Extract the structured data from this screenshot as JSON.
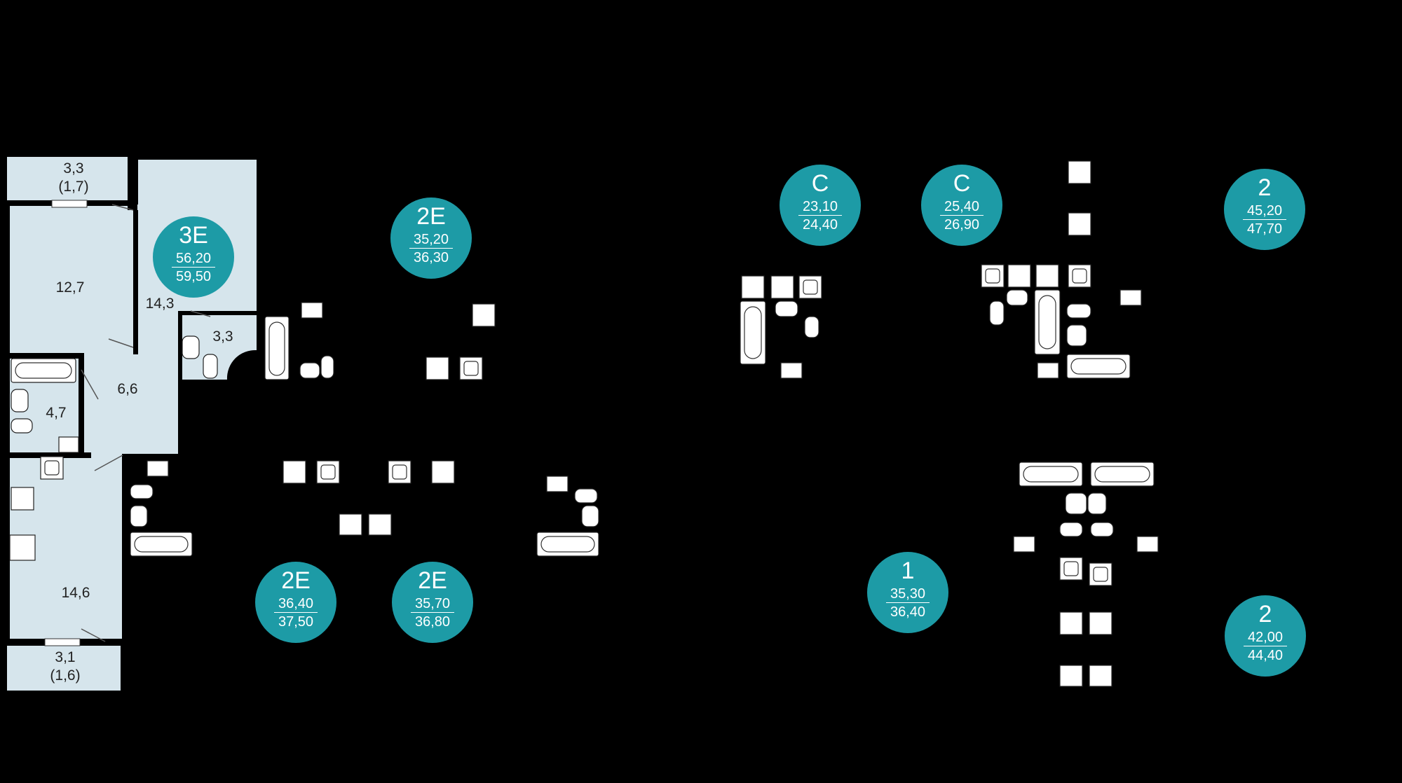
{
  "apartments": [
    {
      "type": "3E",
      "area_living": "56,20",
      "area_total": "59,50"
    },
    {
      "type": "2E",
      "area_living": "35,20",
      "area_total": "36,30"
    },
    {
      "type": "C",
      "area_living": "23,10",
      "area_total": "24,40"
    },
    {
      "type": "C",
      "area_living": "25,40",
      "area_total": "26,90"
    },
    {
      "type": "2",
      "area_living": "45,20",
      "area_total": "47,70"
    },
    {
      "type": "2E",
      "area_living": "36,40",
      "area_total": "37,50"
    },
    {
      "type": "2E",
      "area_living": "35,70",
      "area_total": "36,80"
    },
    {
      "type": "1",
      "area_living": "35,30",
      "area_total": "36,40"
    },
    {
      "type": "2",
      "area_living": "42,00",
      "area_total": "44,40"
    }
  ],
  "rooms": [
    {
      "area": "3,3",
      "sub": "(1,7)"
    },
    {
      "area": "12,7"
    },
    {
      "area": "14,3"
    },
    {
      "area": "3,3"
    },
    {
      "area": "6,6"
    },
    {
      "area": "4,7"
    },
    {
      "area": "14,6"
    },
    {
      "area": "3,1",
      "sub": "(1,6)"
    }
  ],
  "colors": {
    "background": "#000000",
    "badge": "#1d9ba6",
    "room_fill": "#d6e5ec",
    "fixture": "#ffffff"
  }
}
